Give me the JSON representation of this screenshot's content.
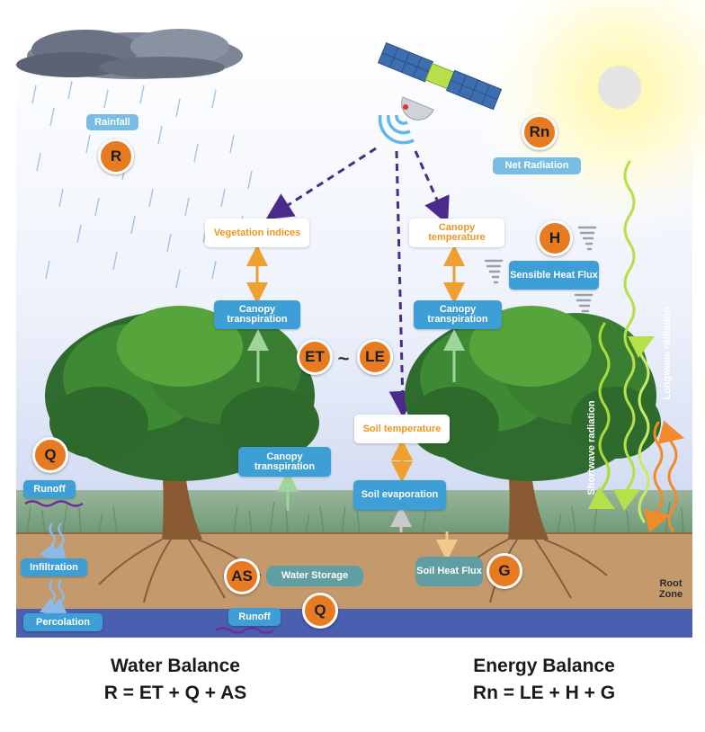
{
  "labels": {
    "rainfall": "Rainfall",
    "net_radiation": "Net Radiation",
    "vegetation_indices": "Vegetation indices",
    "canopy_temperature": "Canopy temperature",
    "sensible_heat_flux": "Sensible Heat Flux",
    "canopy_transpiration_left": "Canopy transpiration",
    "canopy_transpiration_right": "Canopy transpiration",
    "canopy_transpiration_low": "Canopy transpiration",
    "soil_temperature": "Soil temperature",
    "soil_evaporation": "Soil evaporation",
    "soil_heat_flux": "Soil Heat Flux",
    "runoff_surface": "Runoff",
    "infiltration": "Infiltration",
    "percolation": "Percolation",
    "water_storage": "Water Storage",
    "runoff_ground": "Runoff",
    "root_zone": "Root Zone",
    "shortwave_radiation": "Shortwave radiation",
    "longwave_radiation": "Longwave radiation",
    "tilde": "~"
  },
  "badges": {
    "r": "R",
    "rn": "Rn",
    "h": "H",
    "et": "ET",
    "le": "LE",
    "q_left": "Q",
    "as": "AS",
    "q_bottom": "Q",
    "g": "G"
  },
  "equations": {
    "water_title": "Water Balance",
    "water_formula": "R = ET + Q + AS",
    "energy_title": "Energy Balance",
    "energy_formula": "Rn = LE + H + G"
  },
  "colors": {
    "badge": "#e77b22",
    "label_blue": "#3d9fd6",
    "label_orange_text": "#f0961f",
    "satellite_arrow": "#4b2a8c",
    "soil": "#c49a6c",
    "groundwater": "#4a5fb0",
    "radiation_green": "#a9dc3b",
    "radiation_orange": "#f08a2a"
  },
  "icons": [
    "cloud-icon",
    "rain-icon",
    "sun-icon",
    "satellite-icon",
    "signal-icon",
    "tree-icon",
    "tornado-icon",
    "wave-icon"
  ]
}
